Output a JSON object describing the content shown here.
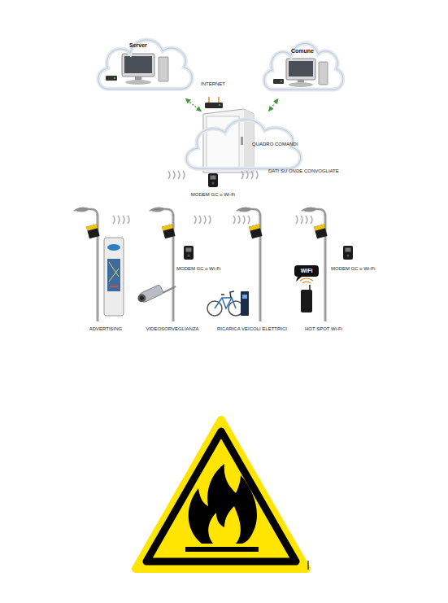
{
  "diagram": {
    "nodes": [
      {
        "text": [
          "Server"
        ]
      },
      {
        "text": [
          "Comune"
        ]
      },
      {
        "text": [
          "QUADRO COMANDI"
        ]
      }
    ],
    "edges": [
      {
        "from": 2,
        "to": 0,
        "arrow": "both"
      },
      {
        "from": 2,
        "to": 1,
        "arrow": "both"
      }
    ],
    "labels": [
      "INTERNET",
      "DATI SU ONDE CONVOGLIATE",
      "MODEM GC o Wi-Fi",
      "MODEM GC o Wi-Fi",
      "MODEM GC o Wi-Fi",
      "ADVERTISING",
      "VIDEOSORVEGLIANZA",
      "RICARICA VEICOLI ELETTRICI",
      "HOT SPOT Wi-Fi",
      "WiFi"
    ]
  }
}
